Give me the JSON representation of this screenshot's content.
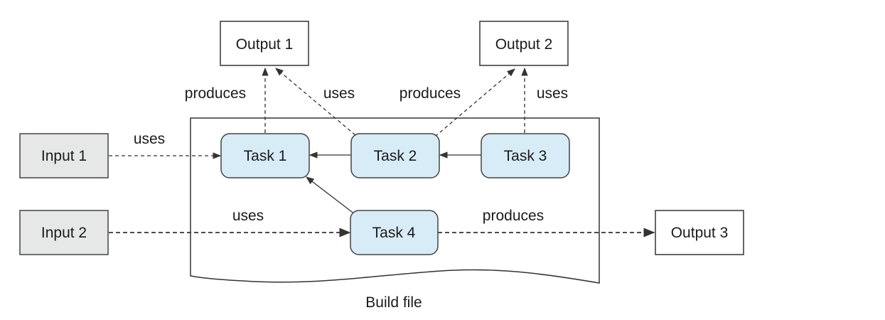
{
  "diagram": {
    "nodes": {
      "output1": "Output 1",
      "output2": "Output 2",
      "output3": "Output 3",
      "input1": "Input 1",
      "input2": "Input 2",
      "task1": "Task 1",
      "task2": "Task 2",
      "task3": "Task 3",
      "task4": "Task 4"
    },
    "container_label": "Build file",
    "edges": [
      {
        "from": "task1",
        "to": "output1",
        "label": "produces",
        "style": "dashed"
      },
      {
        "from": "task2",
        "to": "output1",
        "label": "uses",
        "style": "dashed"
      },
      {
        "from": "task2",
        "to": "output2",
        "label": "produces",
        "style": "dashed"
      },
      {
        "from": "task3",
        "to": "output2",
        "label": "uses",
        "style": "dashed"
      },
      {
        "from": "input1",
        "to": "task1",
        "label": "uses",
        "style": "dashed"
      },
      {
        "from": "task2",
        "to": "task1",
        "label": "",
        "style": "solid"
      },
      {
        "from": "task3",
        "to": "task2",
        "label": "",
        "style": "solid"
      },
      {
        "from": "task4",
        "to": "task1",
        "label": "",
        "style": "solid"
      },
      {
        "from": "input2",
        "to": "task4",
        "label": "uses",
        "style": "dashed"
      },
      {
        "from": "task4",
        "to": "output3",
        "label": "produces",
        "style": "dashed"
      }
    ]
  }
}
